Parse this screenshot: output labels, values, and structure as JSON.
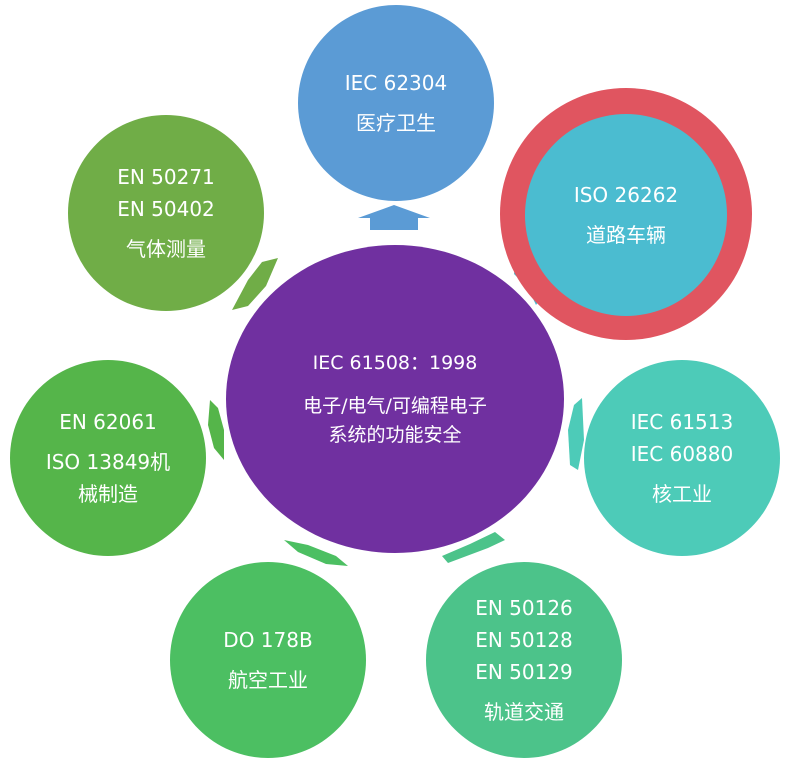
{
  "hub": {
    "title": "IEC 61508：1998",
    "line1": "电子/电气/可编程电子",
    "line2": "系统的功能安全",
    "color": "#7030a0"
  },
  "nodes": {
    "medical": {
      "lines": [
        "IEC 62304"
      ],
      "domain": "医疗卫生",
      "color": "#5b9bd5"
    },
    "automotive": {
      "lines": [
        "ISO 26262"
      ],
      "domain": "道路车辆",
      "color": "#4bbcd0",
      "ring_color": "#e05560"
    },
    "nuclear": {
      "lines": [
        "IEC 61513",
        "IEC 60880"
      ],
      "domain": "核工业",
      "color": "#4dcbb8"
    },
    "rail": {
      "lines": [
        "EN 50126",
        "EN 50128",
        "EN 50129"
      ],
      "domain": "轨道交通",
      "color": "#4cc38a"
    },
    "aviation": {
      "lines": [
        "DO 178B"
      ],
      "domain": "航空工业",
      "color": "#4cbf62"
    },
    "machinery": {
      "lines": [
        "EN 62061",
        "ISO 13849机"
      ],
      "domain": "械制造",
      "color": "#55b54a"
    },
    "gas": {
      "lines": [
        "EN 50271",
        "EN 50402"
      ],
      "domain": "气体测量",
      "color": "#70ad47"
    }
  }
}
